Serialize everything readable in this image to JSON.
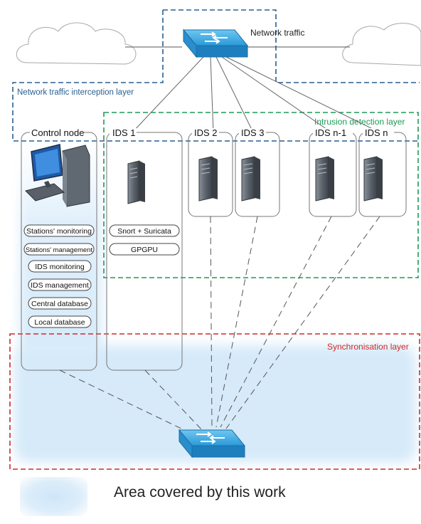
{
  "labels": {
    "network_traffic": "Network traffic",
    "interception_layer": "Network traffic interception layer",
    "detection_layer": "Intrusion detection layer",
    "synchronisation_layer": "Synchronisation layer",
    "control_node": "Control node"
  },
  "control_node_items": [
    "Stations' monitoring",
    "Stations' management",
    "IDS monitoring",
    "IDS management",
    "Central database",
    "Local database"
  ],
  "ids_nodes": [
    "IDS 1",
    "IDS 2",
    "IDS 3",
    "IDS n-1",
    "IDS n"
  ],
  "ids1_items": [
    "Snort + Suricata",
    "GPGPU"
  ],
  "legend": {
    "text": "Area covered by this work"
  },
  "colors": {
    "interception_layer": "#2a5f8f",
    "detection_layer": "#1f9a57",
    "synchronisation_layer": "#d02a2a",
    "covered_area": "#d6eaf9"
  }
}
